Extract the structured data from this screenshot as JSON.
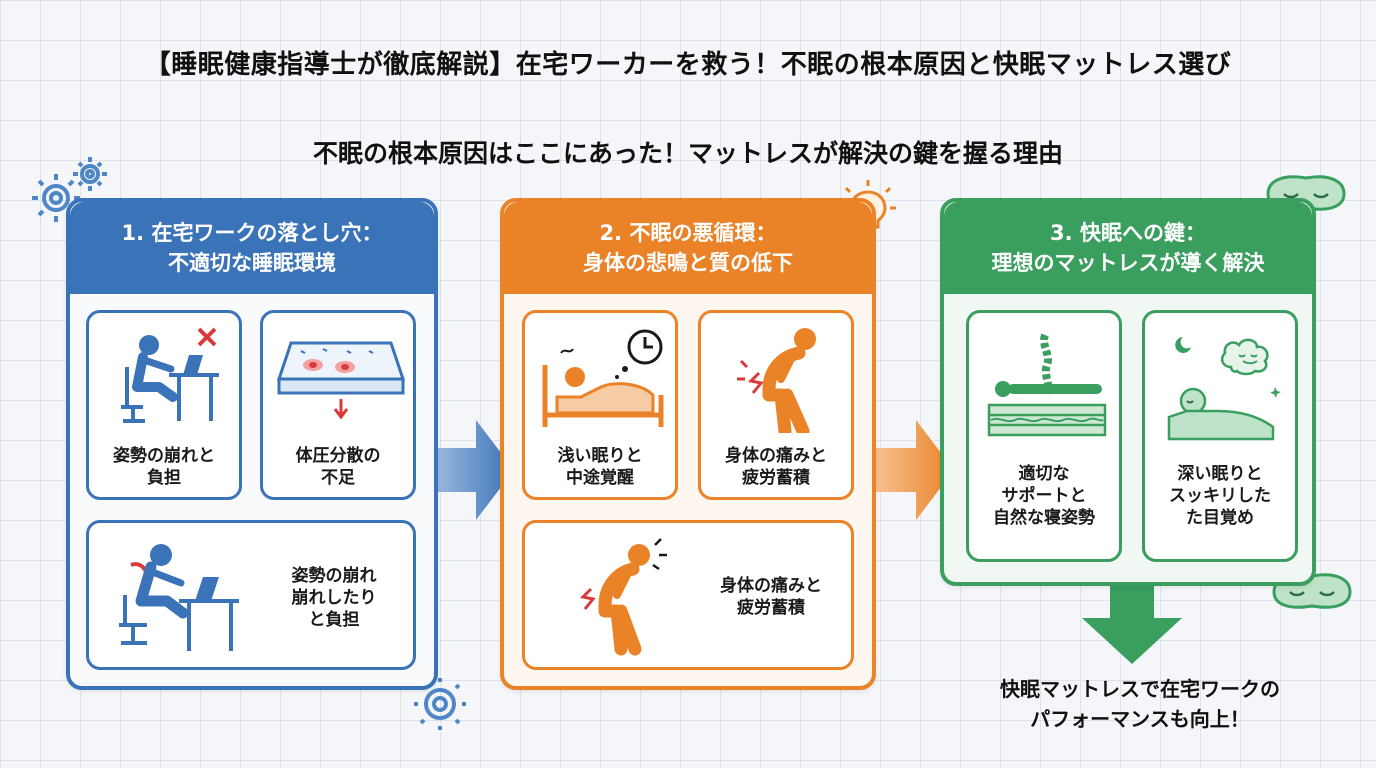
{
  "header": {
    "main_title": "【睡眠健康指導士が徹底解説】在宅ワーカーを救う！不眠の根本原因と快眠マットレス選び",
    "sub_title": "不眠の根本原因はここにあった！マットレスが解決の鍵を握る理由"
  },
  "panels": [
    {
      "title_line1": "1. 在宅ワークの落とし穴：",
      "title_line2": "不適切な睡眠環境",
      "color": "#3b73b8",
      "cards": [
        {
          "line1": "姿勢の崩れと",
          "line2": "負担"
        },
        {
          "line1": "体圧分散の",
          "line2": "不足"
        },
        {
          "line1": "姿勢の崩れ",
          "line2": "崩れしたり",
          "line3": "と負担"
        }
      ]
    },
    {
      "title_line1": "2. 不眠の悪循環：",
      "title_line2": "身体の悲鳴と質の低下",
      "color": "#ea8228",
      "cards": [
        {
          "line1": "浅い眠りと",
          "line2": "中途覚醒"
        },
        {
          "line1": "身体の痛みと",
          "line2": "疲労蓄積"
        },
        {
          "line1": "身体の痛みと",
          "line2": "疲労蓄積"
        }
      ]
    },
    {
      "title_line1": "3. 快眠への鍵：",
      "title_line2": "理想のマットレスが導く解決",
      "color": "#3a9e5f",
      "cards": [
        {
          "line1": "適切な",
          "line2": "サポートと",
          "line3": "自然な寝姿勢"
        },
        {
          "line1": "深い眠りと",
          "line2": "スッキリした",
          "line3": "た目覚め"
        }
      ]
    }
  ],
  "conclusion": {
    "line1": "快眠マットレスで在宅ワークの",
    "line2": "パフォーマンスも向上！"
  },
  "colors": {
    "blue": "#3b73b8",
    "orange": "#ea8228",
    "green": "#3a9e5f"
  }
}
